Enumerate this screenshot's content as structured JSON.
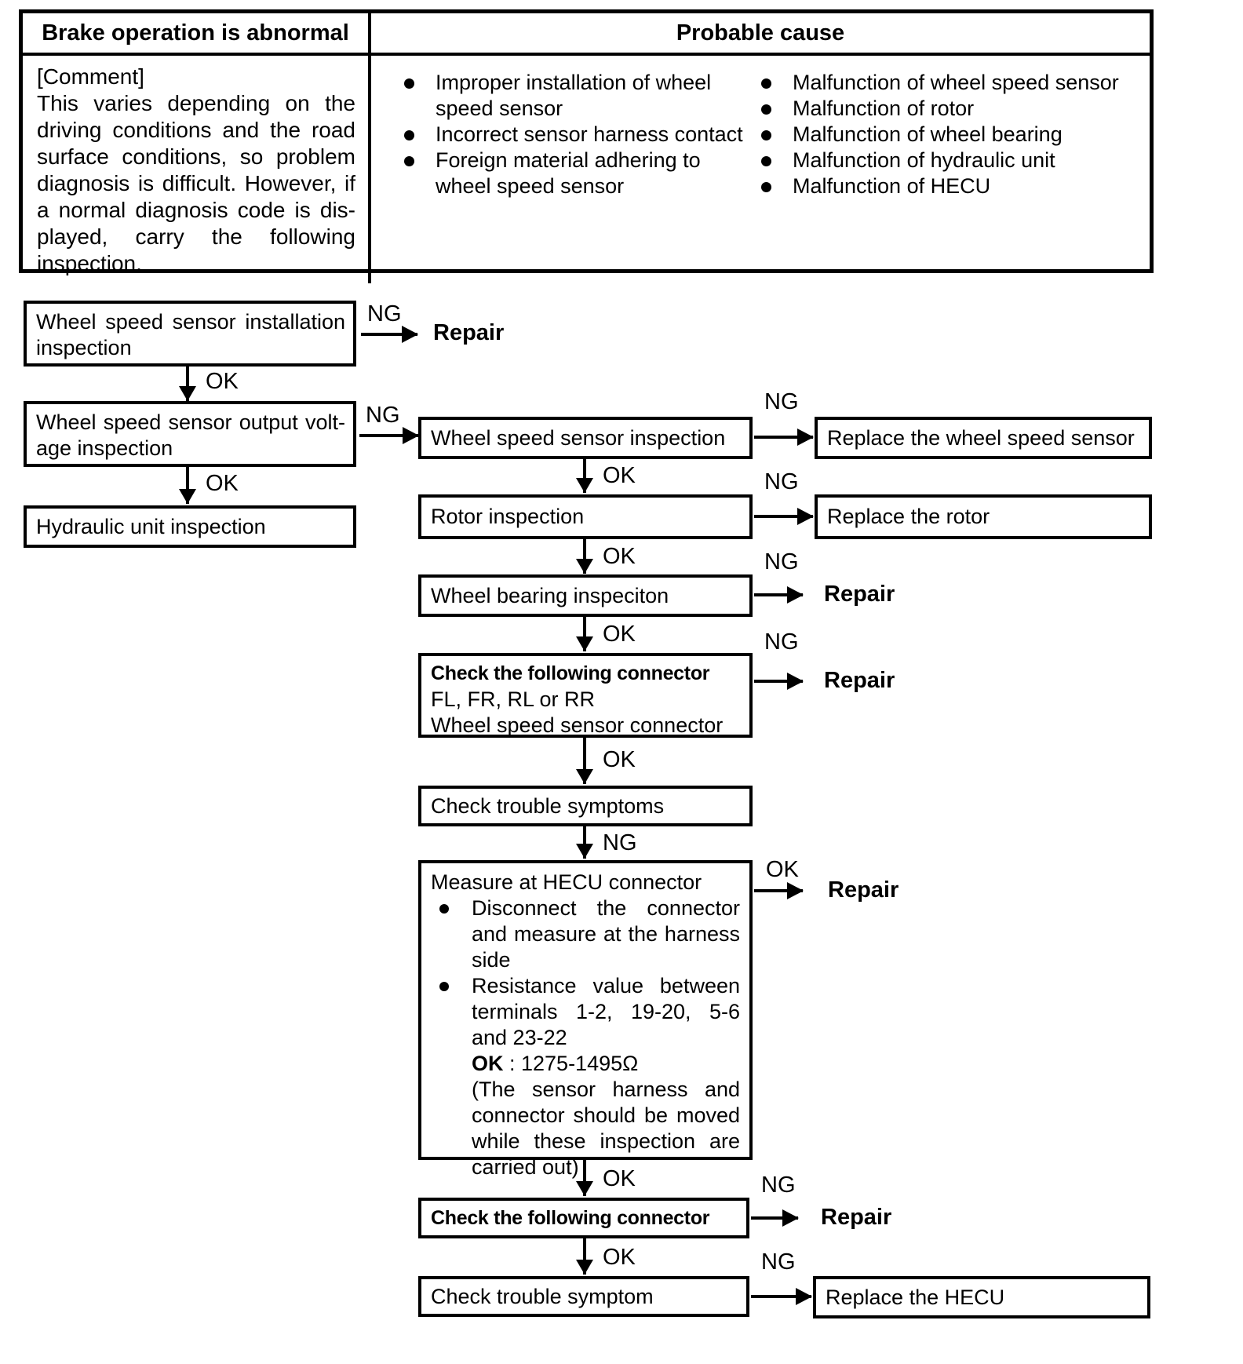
{
  "table": {
    "header_left": "Brake operation is abnormal",
    "header_right": "Probable cause",
    "comment": "[Comment]\nThis varies depending on the driv­ing conditions and the road sur­face conditions, so problem diag­nosis is difficult. However, if a normal diagnosis code is dis­played, carry the following inspec­tion.",
    "causes_col1": [
      "Improper installation of wheel speed sensor",
      "Incorrect sensor harness contact",
      "Foreign material adhering to wheel speed sensor"
    ],
    "causes_col2": [
      "Malfunction of wheel speed sensor",
      "Malfunction of rotor",
      "Malfunction of wheel bearing",
      "Malfunction of hydraulic unit",
      "Malfunction of HECU"
    ]
  },
  "labels": {
    "ok": "OK",
    "ng": "NG",
    "repair": "Repair"
  },
  "flow": {
    "installation_inspection": "Wheel speed sensor installation inspection",
    "output_voltage_inspection": "Wheel speed sensor output volt­age inspection",
    "hydraulic_unit_inspection": "Hydraulic unit inspection",
    "wheel_speed_sensor_inspection": "Wheel speed sensor inspection",
    "replace_wheel_speed_sensor": "Replace the wheel speed sensor",
    "rotor_inspection": "Rotor inspection",
    "replace_rotor": "Replace the rotor",
    "wheel_bearing_inspection": "Wheel bearing inspeciton",
    "connector_check": {
      "title": "Check the following connector",
      "line1": "FL, FR, RL or RR",
      "line2": "Wheel speed sensor connector"
    },
    "check_trouble_symptoms": "Check trouble symptoms",
    "hecu_measure": {
      "title": "Measure at HECU connector",
      "bullet1": "Disconnect the connector and measure at the harness side",
      "bullet2": "Resistance value between ter­minals 1-2, 19-20, 5-6 and 23-22",
      "ok_label": "OK",
      "ok_value": " : 1275-1495Ω",
      "note": "(The sensor harness and con­nector should be moved while these inspection are carried out)"
    },
    "connector_check2": "Check the following connector",
    "check_trouble_symptom": "Check trouble symptom",
    "replace_hecu": "Replace the HECU"
  }
}
